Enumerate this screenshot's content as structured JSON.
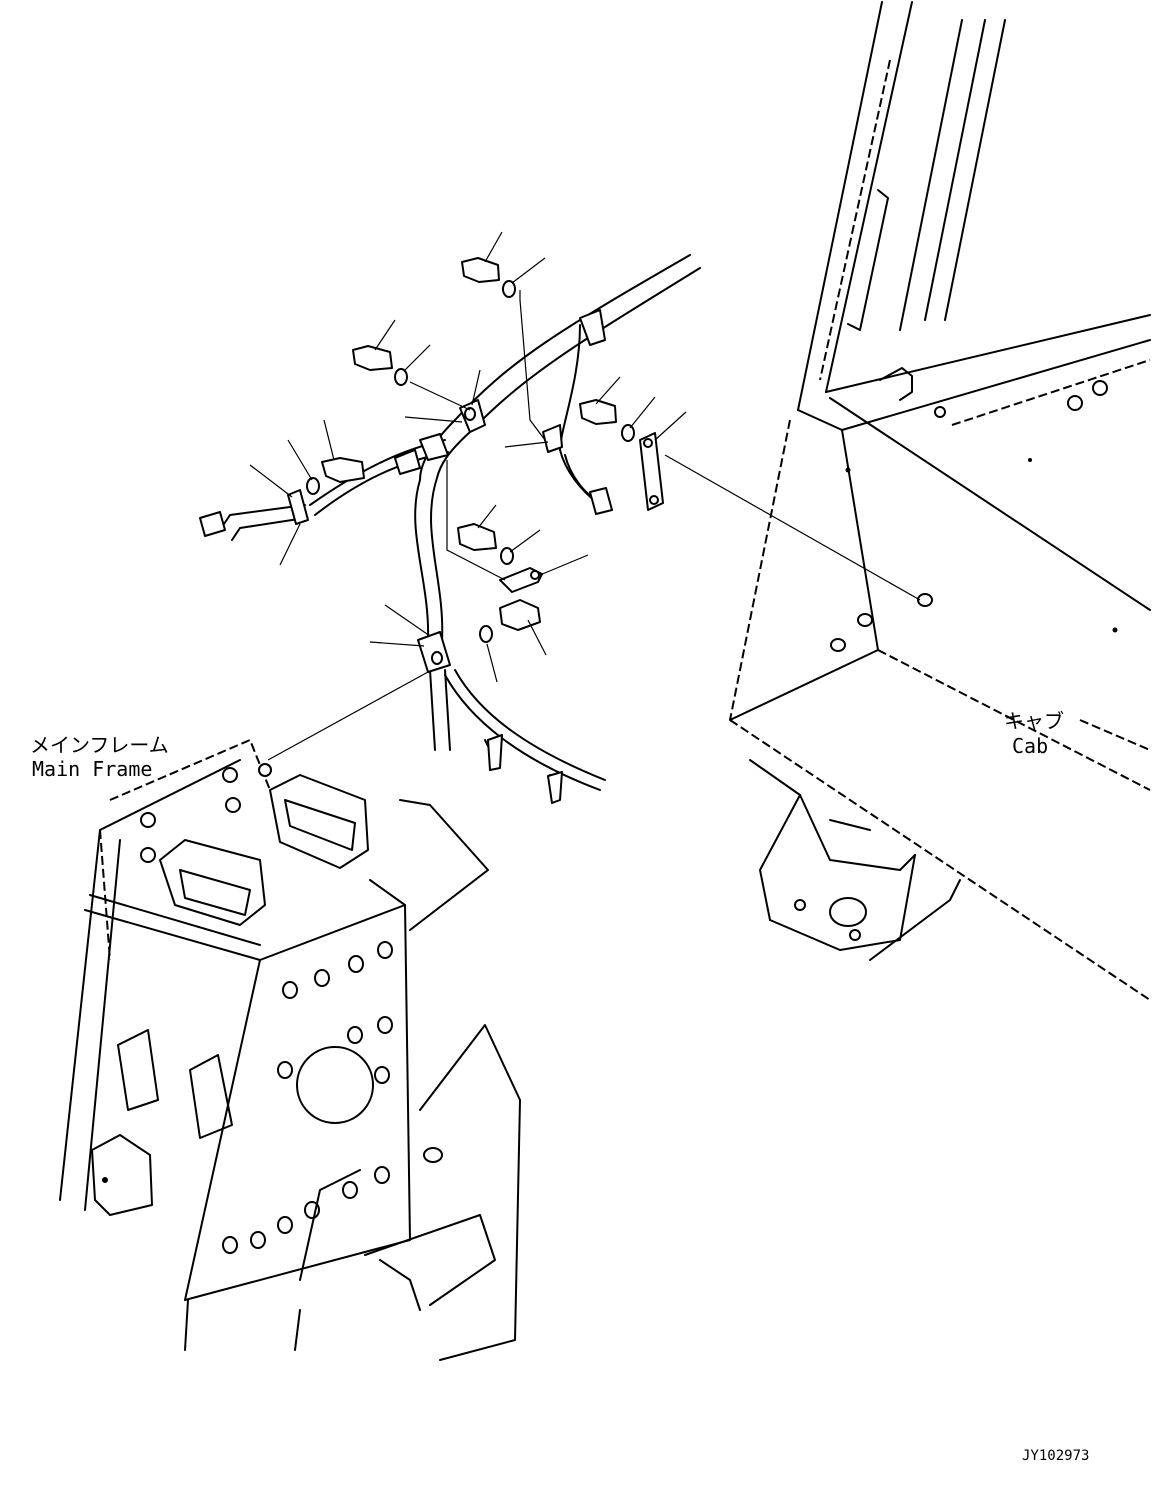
{
  "labels": {
    "main_frame_jp": "メインフレーム",
    "main_frame_en": "Main Frame",
    "cab_jp": "キャブ",
    "cab_en": "Cab"
  },
  "drawing_number": "JY102973"
}
